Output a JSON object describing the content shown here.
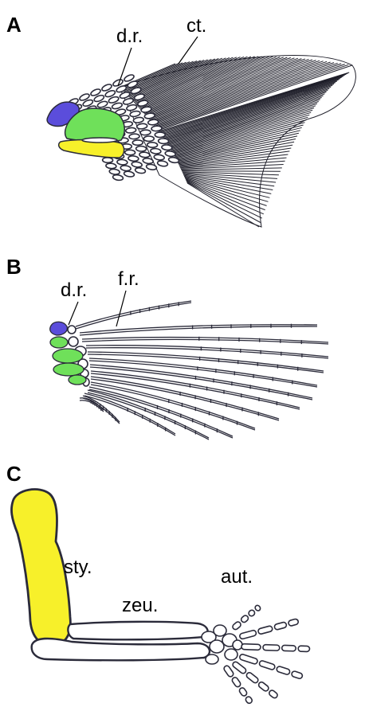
{
  "panels": {
    "A": {
      "letter": "A",
      "labels": {
        "dr": "d.r.",
        "ct": "ct."
      }
    },
    "B": {
      "letter": "B",
      "labels": {
        "dr": "d.r.",
        "fr": "f.r."
      }
    },
    "C": {
      "letter": "C",
      "labels": {
        "sty": "sty.",
        "zeu": "zeu.",
        "aut": "aut."
      }
    }
  },
  "colors": {
    "purple": "#5b4ddb",
    "green": "#6fe05a",
    "yellow": "#f7f02a",
    "outline": "#2b2b3a",
    "background": "#ffffff"
  }
}
